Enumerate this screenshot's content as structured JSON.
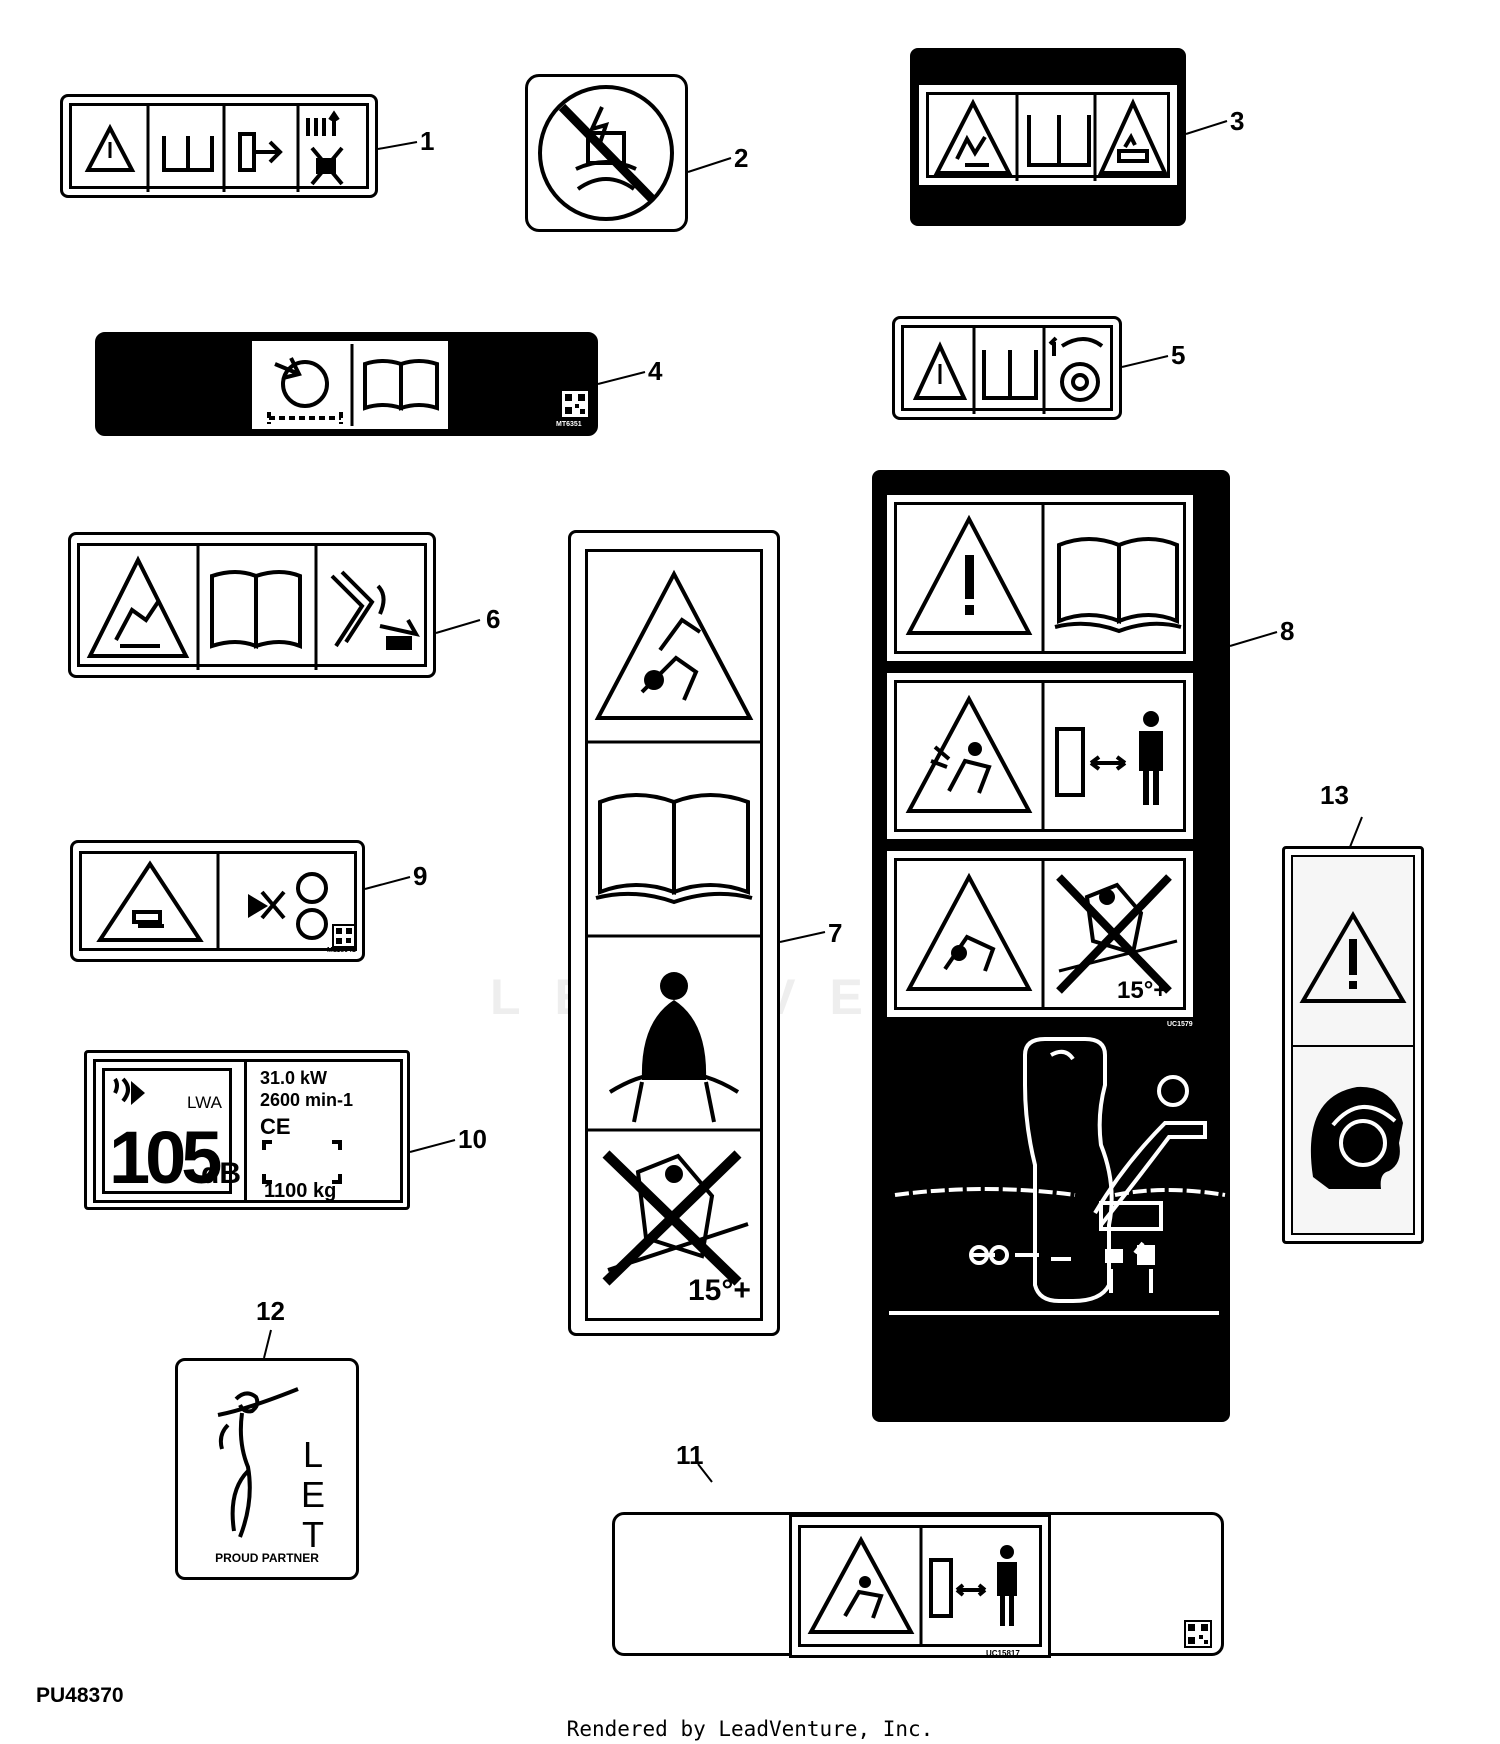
{
  "callouts": [
    "1",
    "2",
    "3",
    "4",
    "5",
    "6",
    "7",
    "8",
    "9",
    "10",
    "11",
    "12",
    "13"
  ],
  "decal4_code": "MT6351",
  "decal9_code": "M118041",
  "decal8_code": "UC1579",
  "decal11_code": "UC15817",
  "decal10": {
    "lwa": "LWA",
    "db_value": "105",
    "db_unit": "dB",
    "power": "31.0 kW",
    "speed": "2600 min-1",
    "ce": "CE",
    "mass": "1100 kg"
  },
  "decal7_angle": "15°+",
  "decal8_angle": "15°+",
  "decal12_tag": "PROUD PARTNER",
  "decal12_letters": [
    "L",
    "E",
    "T"
  ],
  "diagram_code": "PU48370",
  "footer": "Rendered by LeadVenture, Inc.",
  "watermark": "LEADVENTURE"
}
